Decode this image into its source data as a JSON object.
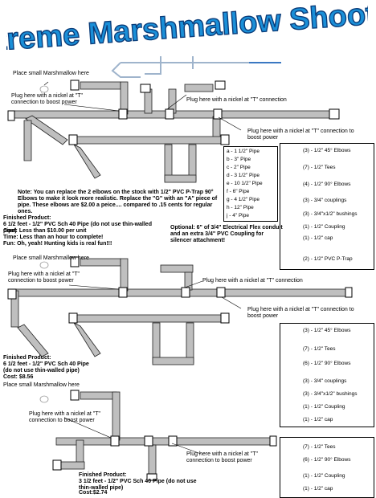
{
  "title": "Extreme Marshmallow Shooter!",
  "colors": {
    "title_fill": "#1a8fd8",
    "title_stroke": "#0b3d7a",
    "pipe": "#bfbfbf",
    "pipe_edge": "#222222",
    "blue": "#3a78c2"
  },
  "common": {
    "place_marshmallow": "Place small Marshmallow here",
    "plug_tee_boost": "Plug here with a nickel at \"T\" connection to boost power",
    "plug_tee": "Plug here with a nickel at \"T\" connection"
  },
  "pipe_lengths": {
    "items": [
      "a - 1 1/2\" Pipe",
      "b - 3\" Pipe",
      "c - 2\" Pipe",
      "d - 3 1/2\" Pipe",
      "e - 10 1/2\" Pipe",
      "f - 6\" Pipe",
      "g - 4 1/2\" Pipe",
      "h - 12\" Pipe",
      "j - 4\" Pipe"
    ]
  },
  "design1": {
    "note": "Note: You can replace the 2 elbows on the stock with 1/2\" PVC P-Trap 90° Elbows to make it look more realistic. Replace the \"G\" with an \"A\" piece of pipe. These elbows are $2.00 a peice.... compared to .15 cents for regular ones.",
    "finished_label": "Finished Product:",
    "finished_spec": "6 1/2 feet - 1/2\" PVC Sch 40 Pipe (do not use thin-walled pipe)",
    "cost": "Cost: Less than $10.00 per unit",
    "time": "Time: Less than an hour to complete!",
    "fun": "Fun: Oh, yeah! Hunting kids is real fun!!!",
    "optional": "Optional: 6\" of 3/4\" Electrical Flex conduit and an extra 3/4\" PVC Coupling for silencer attachment!",
    "parts": [
      "(3) - 1/2\" 45° Elbows",
      "(7) - 1/2\" Tees",
      "(4) - 1/2\" 90° Elbows",
      "(3) - 3/4\" couplings",
      "(3) - 3/4\"x1/2\" bushings",
      "(1) - 1/2\" Coupling",
      "(1) - 1/2\" cap",
      "(2) - 1/2\" PVC P-Trap"
    ]
  },
  "design2": {
    "finished_label": "Finished Product:",
    "finished_spec": "6 1/2 feet - 1/2\" PVC Sch 40 Pipe (do not use thin-walled pipe)",
    "cost": "Cost: $8.56",
    "parts": [
      "(3) - 1/2\" 45° Elbows",
      "(7) - 1/2\" Tees",
      "(6) - 1/2\" 90° Elbows",
      "(3) - 3/4\" couplings",
      "(3) - 3/4\"x1/2\" bushings",
      "(1) - 1/2\" Coupling",
      "(1) - 1/2\" cap"
    ]
  },
  "design3": {
    "finished_label": "Finished Product:",
    "finished_spec": "3 1/2 feet - 1/2\" PVC Sch 40 Pipe (do not use thin-walled pipe)",
    "cost": "Cost:$2.74",
    "parts": [
      "(7) - 1/2\" Tees",
      "(6) - 1/2\" 90° Elbows",
      "(1) - 1/2\" Coupling",
      "(1) - 1/2\" cap"
    ]
  }
}
